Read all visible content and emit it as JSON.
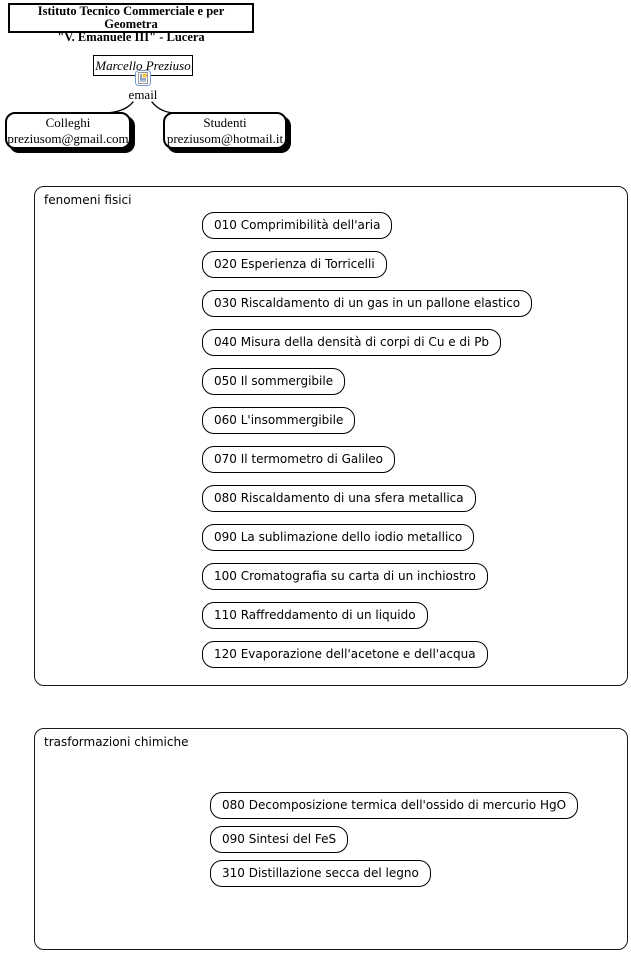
{
  "header": {
    "line1": "Istituto Tecnico Commerciale e per Geometra",
    "line2": "\"V. Emanuele III\" - Lucera"
  },
  "author": {
    "name": "Marcello Preziuso",
    "email_label": "email",
    "icon": "email-note-icon"
  },
  "contacts": [
    {
      "title": "Colleghi",
      "email": "preziusom@gmail.com"
    },
    {
      "title": "Studenti",
      "email": "preziusom@hotmail.it"
    }
  ],
  "sections": [
    {
      "label": "fenomeni fisici",
      "items": [
        "010 Comprimibilità dell'aria",
        "020 Esperienza di Torricelli",
        "030 Riscaldamento di un gas in un pallone elastico",
        "040 Misura della densità di corpi di Cu e di Pb",
        "050 Il sommergibile",
        "060 L'insommergibile",
        "070 Il termometro di Galileo",
        "080 Riscaldamento di una sfera metallica",
        "090 La sublimazione dello iodio metallico",
        "100 Cromatografia su carta di un inchiostro",
        "110 Raffreddamento di un liquido",
        "120 Evaporazione dell'acetone e dell'acqua"
      ]
    },
    {
      "label": "trasformazioni chimiche",
      "items": [
        "080 Decomposizione termica dell'ossido di mercurio HgO",
        "090 Sintesi del FeS",
        "310 Distillazione secca del legno"
      ]
    }
  ],
  "colors": {
    "line": "#000000",
    "background": "#ffffff",
    "icon_border": "#7a9ccc",
    "icon_accent_yellow": "#ffd24d",
    "icon_accent_blue": "#334477"
  }
}
